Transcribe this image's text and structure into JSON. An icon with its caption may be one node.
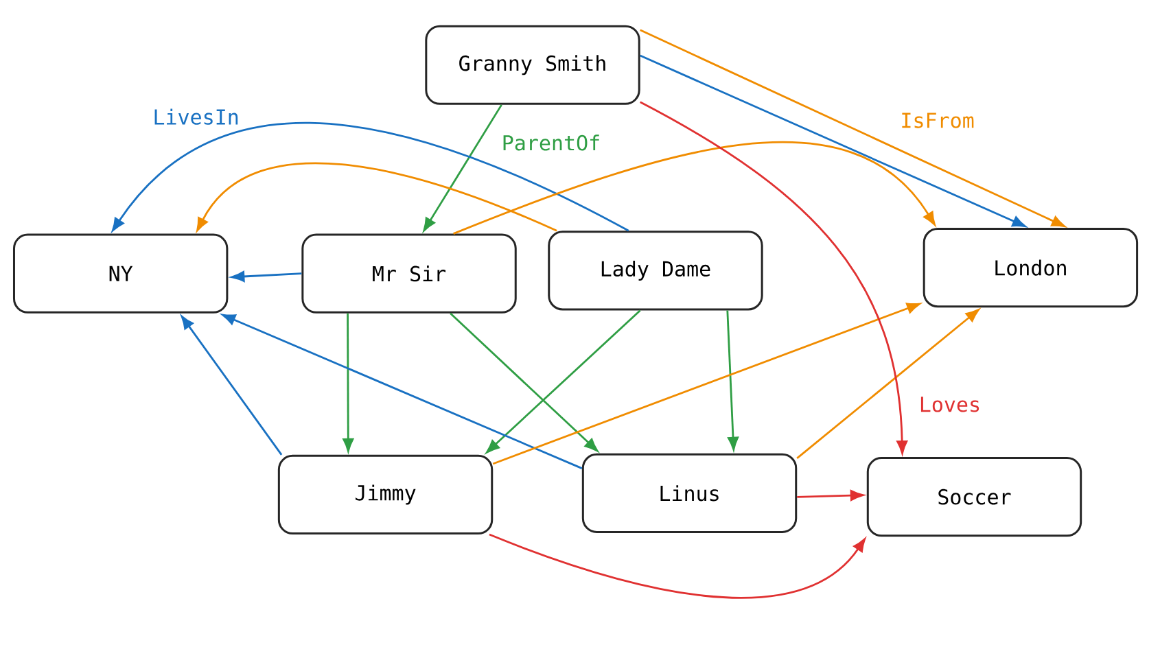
{
  "diagram": {
    "nodes": [
      {
        "text": [
          "Granny Smith"
        ]
      },
      {
        "text": [
          "NY"
        ]
      },
      {
        "text": [
          "Mr Sir"
        ]
      },
      {
        "text": [
          "Lady Dame"
        ]
      },
      {
        "text": [
          "London"
        ]
      },
      {
        "text": [
          "Jimmy"
        ]
      },
      {
        "text": [
          "Linus"
        ]
      },
      {
        "text": [
          "Soccer"
        ]
      }
    ],
    "edges": [
      {
        "from": 0,
        "to": 2,
        "arrow": "to",
        "color": "#2f9e44",
        "label": "ParentOf"
      },
      {
        "from": 2,
        "to": 5,
        "arrow": "to",
        "color": "#2f9e44"
      },
      {
        "from": 2,
        "to": 6,
        "arrow": "to",
        "color": "#2f9e44"
      },
      {
        "from": 3,
        "to": 5,
        "arrow": "to",
        "color": "#2f9e44"
      },
      {
        "from": 3,
        "to": 6,
        "arrow": "to",
        "color": "#2f9e44"
      },
      {
        "from": 0,
        "to": 4,
        "arrow": "to",
        "color": "#1971c2"
      },
      {
        "from": 3,
        "to": 1,
        "arrow": "to",
        "color": "#1971c2",
        "label": "LivesIn"
      },
      {
        "from": 2,
        "to": 1,
        "arrow": "to",
        "color": "#1971c2"
      },
      {
        "from": 5,
        "to": 1,
        "arrow": "to",
        "color": "#1971c2"
      },
      {
        "from": 6,
        "to": 1,
        "arrow": "to",
        "color": "#1971c2"
      },
      {
        "from": 0,
        "to": 4,
        "arrow": "to",
        "color": "#f08c00",
        "label": "IsFrom"
      },
      {
        "from": 3,
        "to": 1,
        "arrow": "to",
        "color": "#f08c00"
      },
      {
        "from": 2,
        "to": 4,
        "arrow": "to",
        "color": "#f08c00"
      },
      {
        "from": 5,
        "to": 4,
        "arrow": "to",
        "color": "#f08c00"
      },
      {
        "from": 6,
        "to": 4,
        "arrow": "to",
        "color": "#f08c00"
      },
      {
        "from": 0,
        "to": 7,
        "arrow": "to",
        "color": "#e03131",
        "label": "Loves"
      },
      {
        "from": 6,
        "to": 7,
        "arrow": "to",
        "color": "#e03131"
      },
      {
        "from": 5,
        "to": 7,
        "arrow": "to",
        "color": "#e03131"
      }
    ]
  }
}
